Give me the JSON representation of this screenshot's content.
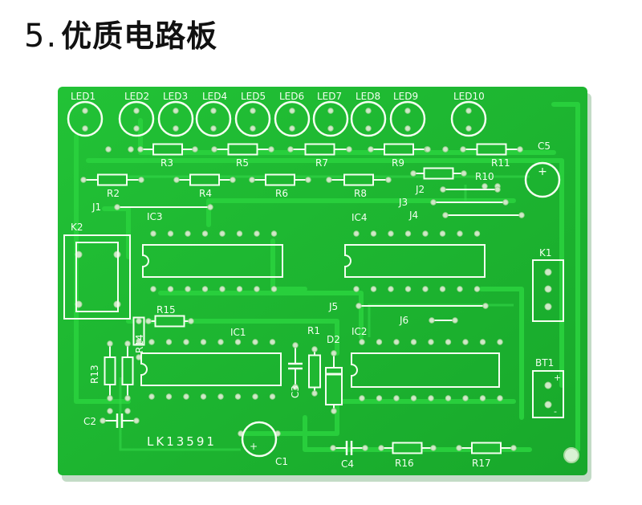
{
  "heading": {
    "number": "5",
    "title": "优质电路板"
  },
  "colors": {
    "board": "#1fb832",
    "trace": "#2ad23e",
    "silkscreen": "#f4fff0",
    "pad": "#cfe9c8",
    "heading": "#111111"
  },
  "board": {
    "model_label": "LK13591",
    "leds": [
      "LED1",
      "LED2",
      "LED3",
      "LED4",
      "LED5",
      "LED6",
      "LED7",
      "LED8",
      "LED9",
      "LED10"
    ],
    "resistors_top": [
      "R3",
      "R5",
      "R7",
      "R9",
      "R11"
    ],
    "resistors_mid": [
      "R2",
      "R4",
      "R6",
      "R8",
      "R10"
    ],
    "jumpers": [
      "J1",
      "J2",
      "J3",
      "J4",
      "J5",
      "J6"
    ],
    "ics": [
      "IC3",
      "IC4",
      "IC1",
      "IC2"
    ],
    "connectors": [
      "K2",
      "K1",
      "BT1"
    ],
    "capacitors": [
      "C5",
      "C1",
      "C2",
      "C3",
      "C4"
    ],
    "others": [
      "R15",
      "R14",
      "R13",
      "R1",
      "D2",
      "R16",
      "R17"
    ],
    "bt1_plus": "+",
    "bt1_minus": "-",
    "cap_plus": "+"
  }
}
